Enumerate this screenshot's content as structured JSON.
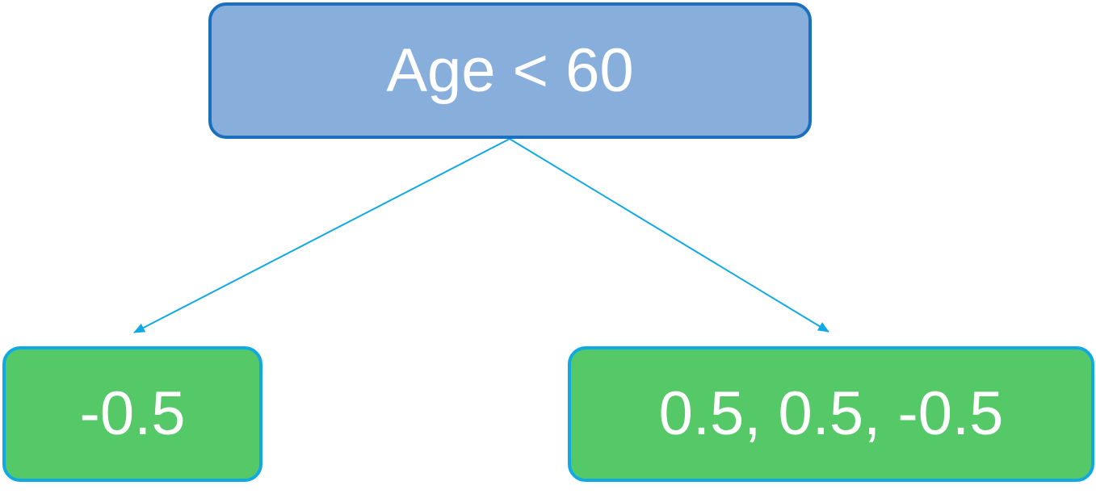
{
  "tree": {
    "root": {
      "label": "Age < 60"
    },
    "left_leaf": {
      "label": "-0.5"
    },
    "right_leaf": {
      "label": "0.5, 0.5, -0.5"
    }
  },
  "colors": {
    "root_fill": "#88aedb",
    "root_border": "#1a70be",
    "leaf_fill": "#55c967",
    "leaf_border": "#11a9e4",
    "edge": "#11a9e4",
    "text": "#ffffff"
  }
}
